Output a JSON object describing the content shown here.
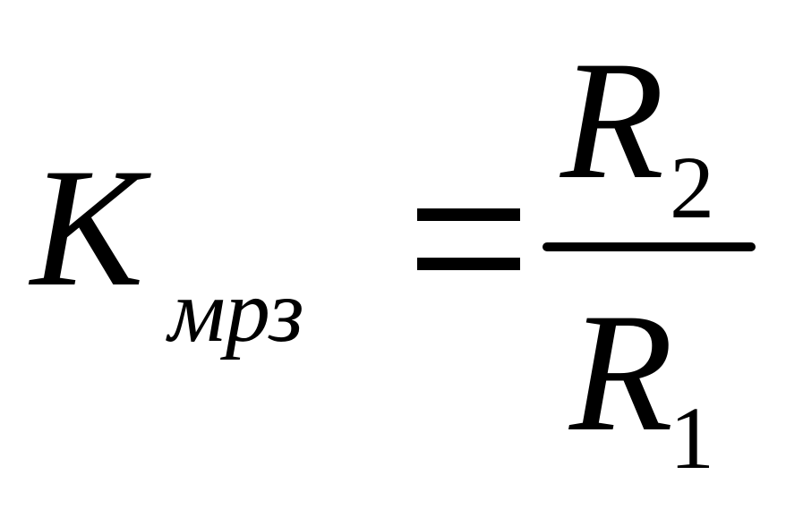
{
  "formula": {
    "lhs_symbol": "K",
    "lhs_subscript": "мрз",
    "equals_sign": "=",
    "numerator_symbol": "R",
    "numerator_subscript": "2",
    "denominator_symbol": "R",
    "denominator_subscript": "1"
  },
  "colors": {
    "text": "#000000",
    "background": "#ffffff"
  }
}
